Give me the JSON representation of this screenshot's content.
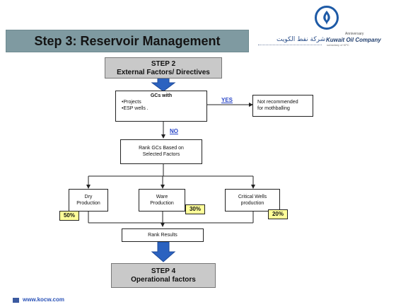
{
  "slide": {
    "title": "Step 3: Reservoir Management",
    "footer_url": "www.kocw.com"
  },
  "logo": {
    "anniversary": "Anniversary",
    "company_arabic": "شركة نفط الكويت",
    "company_english": "Kuwait Oil Company",
    "subsidiary": "subsidiary of KPC"
  },
  "flowchart": {
    "step2": {
      "line1": "STEP 2",
      "line2": "External Factors/ Directives"
    },
    "gc_box": {
      "line1": "GCs with",
      "line2": "•Projects",
      "line3": "•ESP wells ."
    },
    "yes_label": "YES",
    "not_recommended": {
      "line1": "Not recommended",
      "line2": "for mothballing"
    },
    "no_label": "NO",
    "rank_gcs": {
      "line1": "Rank GCs Based on",
      "line2": "Selected Factors"
    },
    "dry": {
      "line1": "Dry",
      "line2": "Production",
      "pct": "50%"
    },
    "water": {
      "line1": "Ware",
      "line2": "Production",
      "pct": "30%"
    },
    "critical": {
      "line1": "Critical Wells",
      "line2": "production",
      "pct": "20%"
    },
    "rank_results": "Rank Results",
    "step4": {
      "line1": "STEP 4",
      "line2": "Operational factors"
    }
  }
}
